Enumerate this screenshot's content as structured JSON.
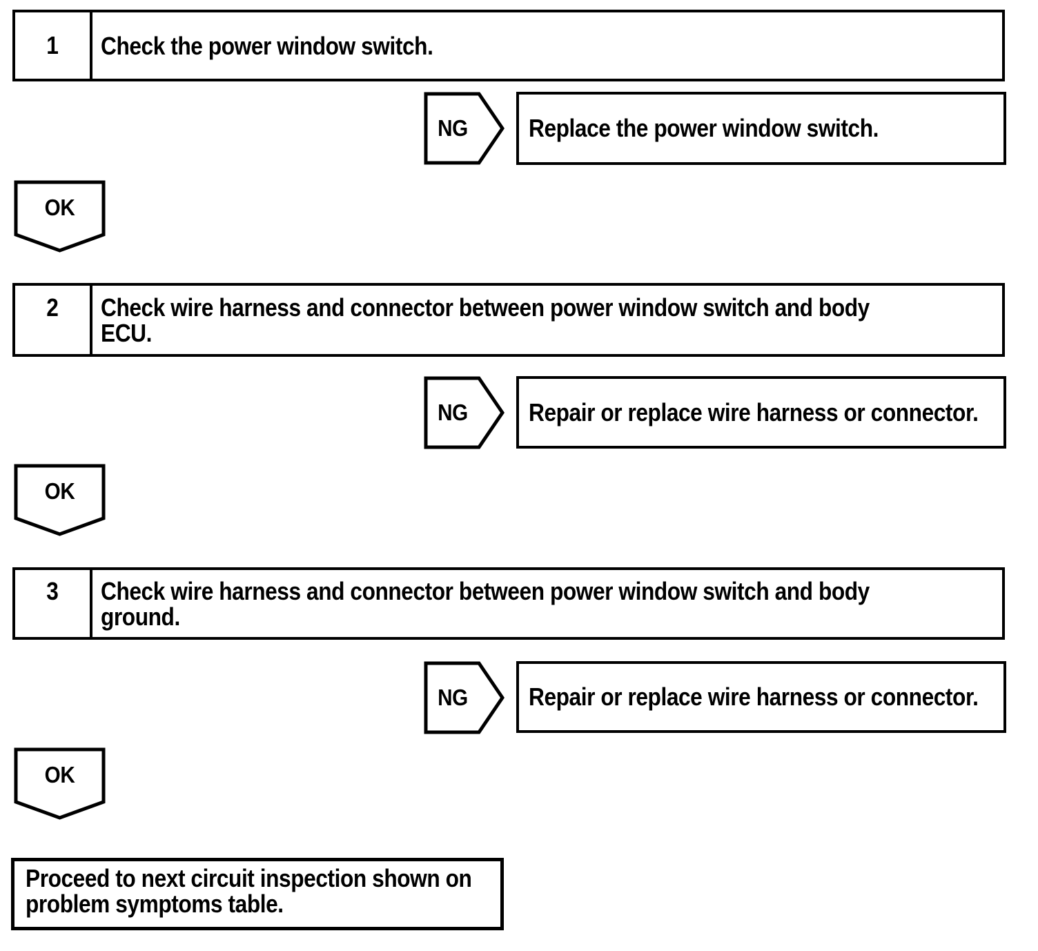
{
  "labels": {
    "ng": "NG",
    "ok": "OK"
  },
  "steps": [
    {
      "number": "1",
      "question_lines": [
        "Check the power window switch."
      ],
      "ng_action": "Replace the power window switch."
    },
    {
      "number": "2",
      "question_lines": [
        "Check wire harness and connector between power window switch and body",
        "ECU."
      ],
      "ng_action": "Repair or replace wire harness or connector."
    },
    {
      "number": "3",
      "question_lines": [
        "Check wire harness and connector between power window switch and body",
        "ground."
      ],
      "ng_action": "Repair or replace wire harness or connector."
    }
  ],
  "final_box": {
    "lines": [
      "Proceed to next circuit inspection shown on",
      "problem symptoms table."
    ]
  }
}
